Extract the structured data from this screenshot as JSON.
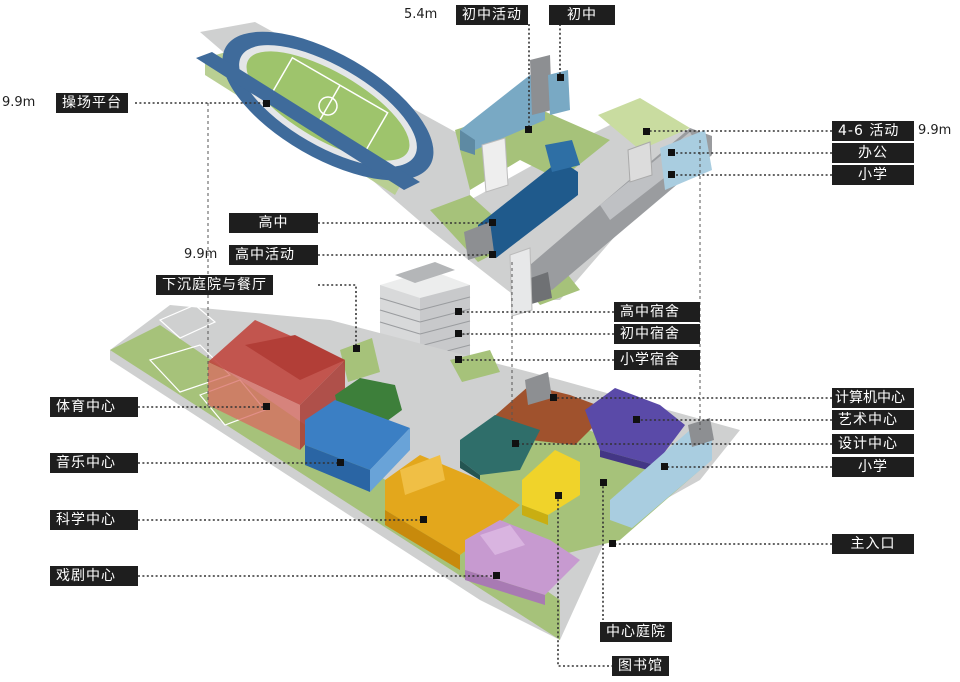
{
  "labels": {
    "junior_activity": "初中活动",
    "junior": "初中",
    "playground_platform": "操场平台",
    "activity_4_6": "4-6 活动",
    "office": "办公",
    "primary_top": "小学",
    "senior": "高中",
    "senior_activity": "高中活动",
    "sunken_courtyard_dining": "下沉庭院与餐厅",
    "senior_dorm": "高中宿舍",
    "junior_dorm": "初中宿舍",
    "primary_dorm": "小学宿舍",
    "computer_center": "计算机中心",
    "art_center": "艺术中心",
    "design_center": "设计中心",
    "primary_bottom": "小学",
    "main_entrance": "主入口",
    "sports_center": "体育中心",
    "music_center": "音乐中心",
    "science_center": "科学中心",
    "theater_center": "戏剧中心",
    "central_courtyard": "中心庭院",
    "library": "图书馆"
  },
  "heights": {
    "junior_activity": "5.4m",
    "playground_platform": "9.9m",
    "activity_4_6": "9.9m",
    "senior_activity": "9.9m"
  },
  "colors": {
    "site_grey": "#cfd0d0",
    "lawn": "#a6c27a",
    "light_lawn": "#c9dca0",
    "track": "#3f6b9b",
    "junior_blue": "#79a9c4",
    "senior_blue": "#1f5a8c",
    "grey_bar": "#8d8f92",
    "sports_red": "#c0473f",
    "music_blue": "#3b7fc4",
    "science_yellow": "#e3a71c",
    "theater_purple": "#c79ad0",
    "library_yellow": "#f0d32a",
    "computer_brown": "#a0522d",
    "art_purple": "#5a4aa8",
    "design_teal": "#2f6e6a",
    "primary_lightblue": "#a9cde0",
    "label_bg": "#1e1e1e"
  }
}
